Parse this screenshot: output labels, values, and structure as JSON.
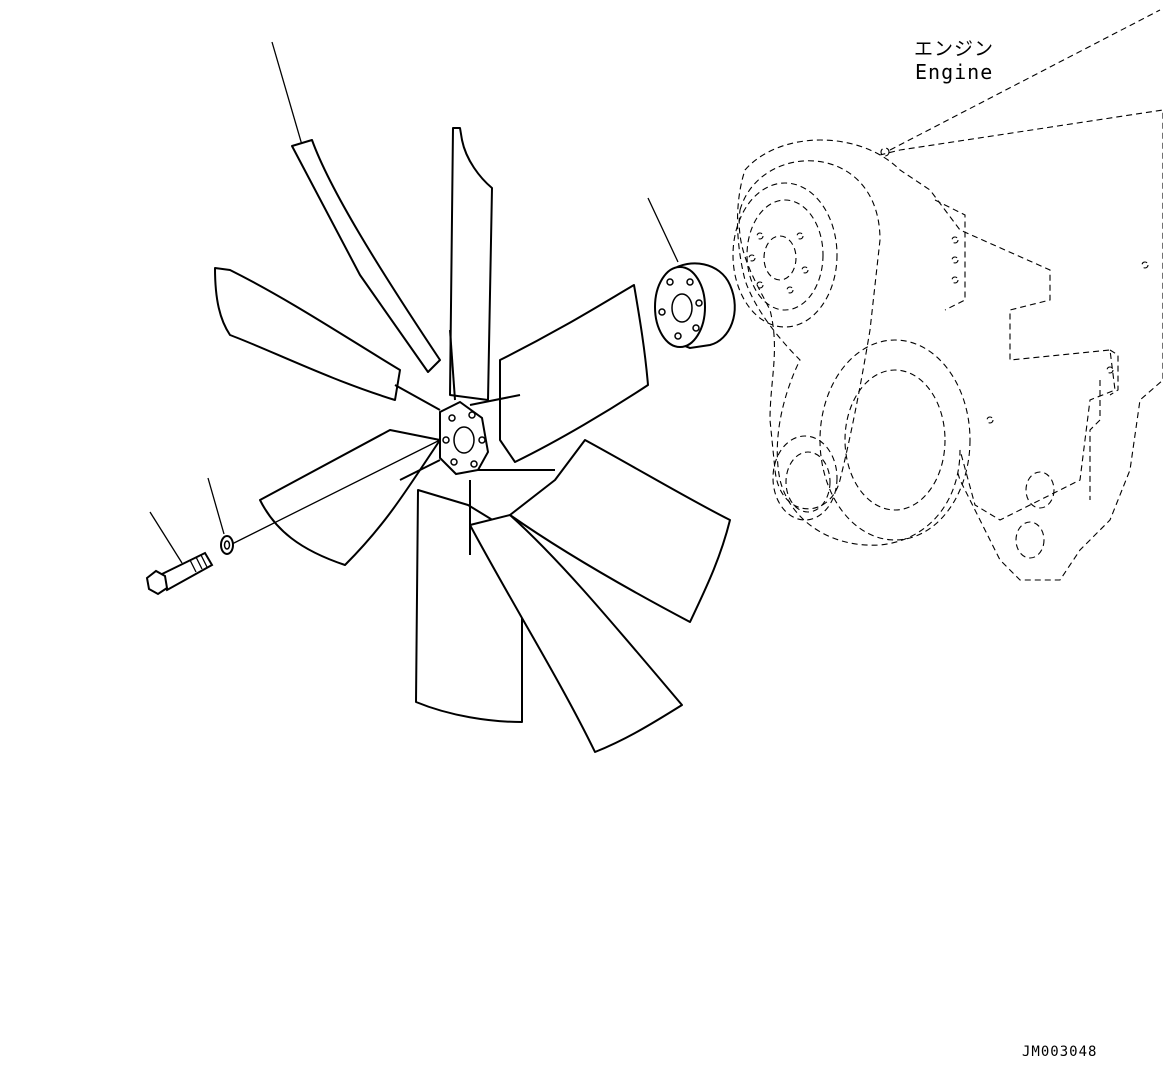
{
  "labels": {
    "engine_jp": "エンジン",
    "engine_en": "Engine",
    "drawing_code": "JM003048"
  },
  "colors": {
    "line": "#000000",
    "background": "#ffffff"
  },
  "parts": [
    "fan-assembly",
    "spacer",
    "washer",
    "bolt",
    "engine-front"
  ]
}
